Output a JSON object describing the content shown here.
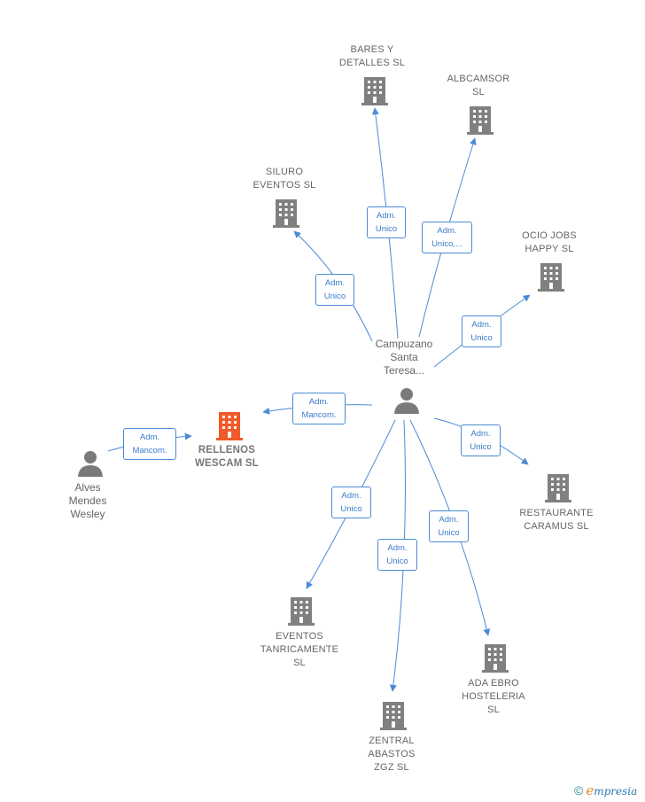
{
  "companies": {
    "bares": {
      "label": "BARES Y\nDETALLES  SL"
    },
    "albcamsor": {
      "label": "ALBCAMSOR\nSL"
    },
    "siluro": {
      "label": "SILURO\nEVENTOS  SL"
    },
    "ocio": {
      "label": "OCIO JOBS\nHAPPY  SL"
    },
    "rellenos": {
      "label": "RELLENOS\nWESCAM  SL"
    },
    "restaurante": {
      "label": "RESTAURANTE\nCARAMUS SL"
    },
    "tanricamente": {
      "label": "EVENTOS\nTANRICAMENTE\nSL"
    },
    "zentral": {
      "label": "ZENTRAL\nABASTOS\nZGZ  SL"
    },
    "adaebro": {
      "label": "ADA EBRO\nHOSTELERIA\nSL"
    }
  },
  "persons": {
    "campuzano": {
      "label": "Campuzano\nSanta\nTeresa..."
    },
    "alves": {
      "label": "Alves\nMendes\nWesley"
    }
  },
  "relations": {
    "bares": "Adm.\nUnico",
    "albcamsor": "Adm.\nUnico,...",
    "siluro": "Adm.\nUnico",
    "ocio": "Adm.\nUnico",
    "rellenos": "Adm.\nMancom.",
    "restaurante": "Adm.\nUnico",
    "tanricamente": "Adm.\nUnico",
    "zentral": "Adm.\nUnico",
    "adaebro": "Adm.\nUnico",
    "alves": "Adm.\nMancom."
  },
  "colors": {
    "edge": "#4a8bd6",
    "building": "#808080",
    "building_main": "#f05a28",
    "person": "#7a7a7a"
  },
  "brand": {
    "copyright": "©",
    "initial": "e",
    "rest": "mpresia"
  }
}
